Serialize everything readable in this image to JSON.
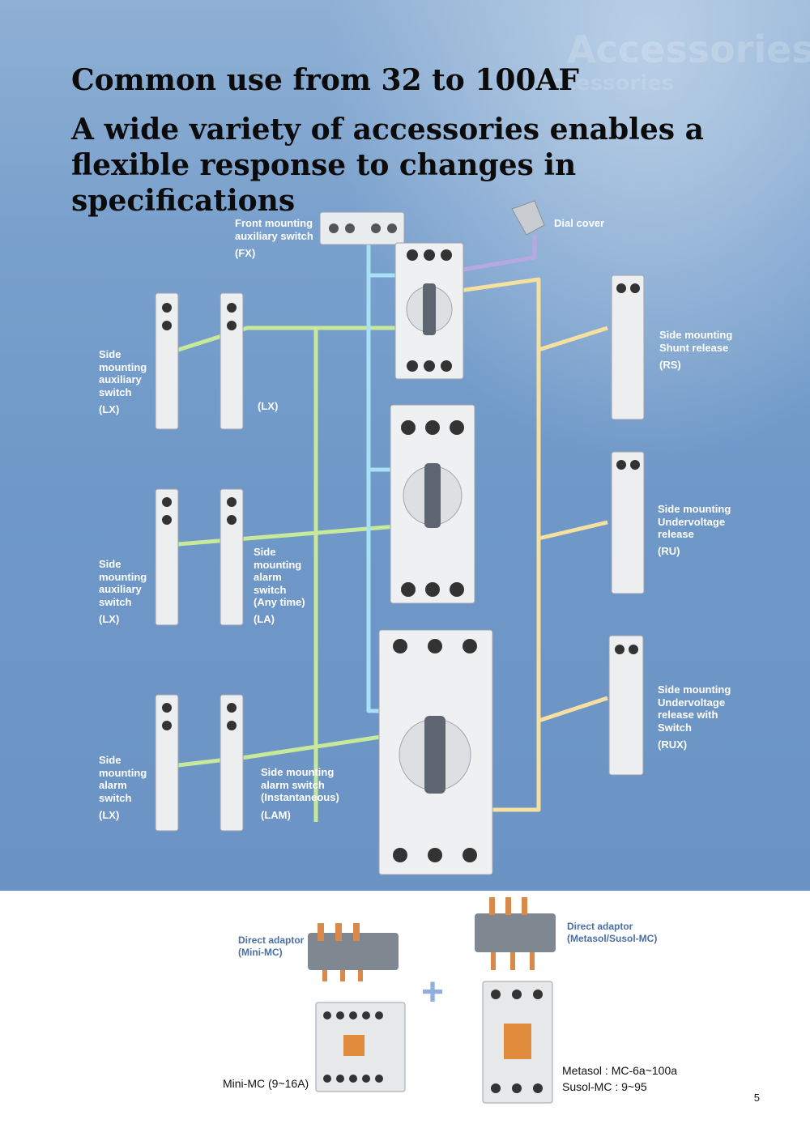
{
  "header": {
    "watermark_large": "Accessories",
    "watermark_small": "Accessories",
    "title_line1": "Common use from 32 to 100AF",
    "title_line2": "A wide variety of accessories enables a flexible response to changes in specifications"
  },
  "accessories": {
    "fx": {
      "name": "Front mounting\nauxiliary switch",
      "code": "(FX)"
    },
    "dial": {
      "name": "Dial cover"
    },
    "lx1": {
      "name": "Side\nmounting\nauxiliary\nswitch",
      "code": "(LX)"
    },
    "lx2": {
      "code": "(LX)"
    },
    "lx3": {
      "name": "Side\nmounting\nauxiliary\nswitch",
      "code": "(LX)"
    },
    "la": {
      "name": "Side\nmounting\nalarm\nswitch\n(Any time)",
      "code": "(LA)"
    },
    "lx4": {
      "name": "Side\nmounting\nalarm\nswitch",
      "code": "(LX)"
    },
    "lam": {
      "name": "Side mounting\nalarm switch\n(Instantaneous)",
      "code": "(LAM)"
    },
    "rs": {
      "name": "Side mounting\nShunt release",
      "code": "(RS)"
    },
    "ru": {
      "name": "Side mounting\nUndervoltage\nrelease",
      "code": "(RU)"
    },
    "rux": {
      "name": "Side mounting\nUndervoltage\nrelease with\nSwitch",
      "code": "(RUX)"
    }
  },
  "bottom": {
    "adaptor_mini": "Direct  adaptor\n(Mini-MC)",
    "adaptor_meta": "Direct adaptor\n(Metasol/Susol-MC)",
    "mini_mc": "Mini-MC (9~16A)",
    "metasol": "Metasol : MC-6a~100a\nSusol-MC : 9~95",
    "plus": "+"
  },
  "page_number": "5",
  "colors": {
    "background_blue": "#6f98c8",
    "line_green": "#c8e89a",
    "line_cyan": "#a8e0f5",
    "line_yellow": "#f5e0a0",
    "line_purple": "#b8a8e0",
    "label_blue": "#4a6fa5"
  }
}
